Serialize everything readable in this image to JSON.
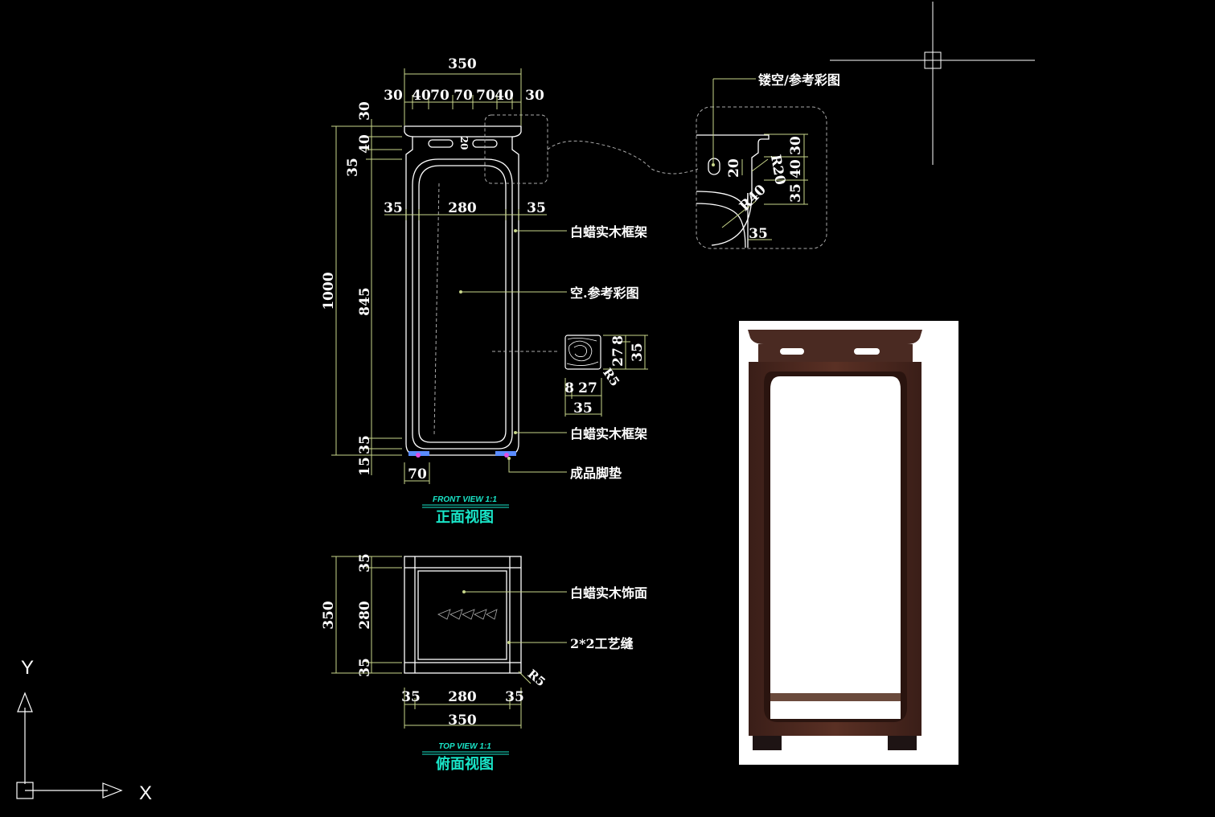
{
  "front_view": {
    "subtitle": "FRONT VIEW 1:1",
    "title": "正面视图",
    "dims": {
      "total_width": "350",
      "top_segments": [
        "30",
        "40",
        "70",
        "70",
        "70",
        "40",
        "30"
      ],
      "total_height": "1000",
      "left_heights": [
        "30",
        "40",
        "35",
        "845",
        "35",
        "15"
      ],
      "mid_widths": [
        "35",
        "280",
        "35"
      ],
      "inner_slot": "20",
      "foot_width": "70"
    },
    "labels": {
      "frame_top": "白蜡实木框架",
      "hollow": "空.参考彩图",
      "frame_bottom": "白蜡实木框架",
      "foot_pad": "成品脚垫"
    }
  },
  "section": {
    "dims": [
      "8",
      "27",
      "35",
      "27",
      "8",
      "35",
      "R5"
    ]
  },
  "detail": {
    "label": "镂空/参考彩图",
    "dims": [
      "20",
      "R20",
      "R40",
      "35",
      "30",
      "40",
      "35"
    ]
  },
  "top_view": {
    "subtitle": "TOP VIEW 1:1",
    "title": "俯面视图",
    "dims": {
      "left": [
        "35",
        "280",
        "35"
      ],
      "total_left": "350",
      "bottom": [
        "35",
        "280",
        "35"
      ],
      "total_bottom": "350",
      "corner_radius": "R5"
    },
    "labels": {
      "surface": "白蜡实木饰面",
      "groove": "2*2工艺缝"
    }
  },
  "ucs": {
    "y_label": "Y",
    "x_label": "X"
  },
  "colors": {
    "background": "#000000",
    "dimension_line": "#c8d68a",
    "geometry": "#ffffff",
    "title": "#19e5c8",
    "wood_dark": "#4a2a22",
    "foot_pad_blue": "#5a8cff",
    "foot_pad_magenta": "#e04ee0"
  }
}
